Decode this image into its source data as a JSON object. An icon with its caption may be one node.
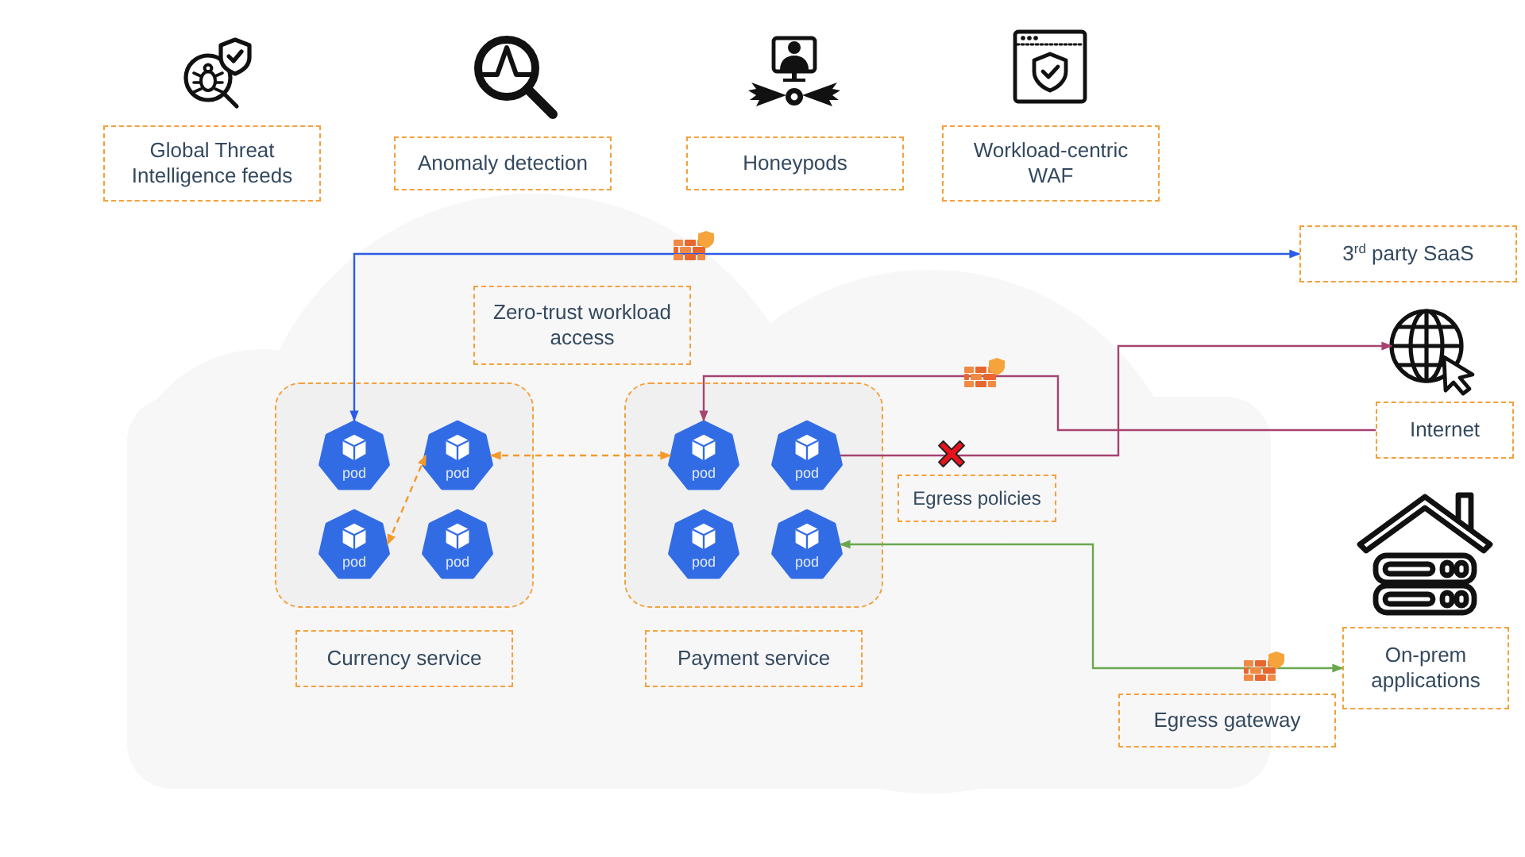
{
  "diagram": {
    "nodes": [
      {
        "text": [
          "Global Threat Intelligence feeds"
        ]
      },
      {
        "text": [
          "Anomaly detection"
        ]
      },
      {
        "text": [
          "Honeypods"
        ]
      },
      {
        "text": [
          "Workload-centric WAF"
        ]
      },
      {
        "text": [
          "3$^{rd}$ party SaaS"
        ]
      },
      {
        "text": [
          "Zero-trust workload access"
        ]
      },
      {
        "text": [],
        "shape": "picture"
      },
      {
        "text": [],
        "shape": "box"
      },
      {
        "text": [
          "pod"
        ],
        "in": 7
      },
      {
        "text": [
          "pod"
        ],
        "in": 7
      },
      {
        "text": [
          "pod"
        ],
        "in": 7
      },
      {
        "text": [
          "pod"
        ],
        "in": 7
      },
      {
        "text": [],
        "shape": "box"
      },
      {
        "text": [
          "pod"
        ],
        "in": 12
      },
      {
        "text": [
          "pod"
        ],
        "in": 12
      },
      {
        "text": [
          "pod"
        ],
        "in": 12
      },
      {
        "text": [
          "pod"
        ],
        "in": 12
      },
      {
        "text": [
          "Internet"
        ]
      },
      {
        "text": [
          "Egress policies"
        ]
      },
      {
        "text": [
          "Currency service"
        ]
      },
      {
        "text": [
          "Payment service"
        ]
      },
      {
        "text": [
          "On-prem applications"
        ]
      },
      {
        "text": [
          "Egress gateway"
        ]
      }
    ],
    "edges": [
      {
        "from": 4,
        "to": 8,
        "arrow": "both",
        "color": "#2c5be6"
      },
      {
        "from": 9,
        "to": 13,
        "arrow": "both",
        "style": "dashed",
        "color": "#f39a2b"
      },
      {
        "from": 9,
        "to": 10,
        "arrow": "both",
        "style": "dashed",
        "color": "#f39a2b"
      },
      {
        "from": 17,
        "to": 13,
        "arrow": "to",
        "color": "#a6436f"
      },
      {
        "from": 14,
        "to": 6,
        "arrow": "to",
        "color": "#a6436f"
      },
      {
        "from": 21,
        "to": 16,
        "arrow": "both",
        "color": "#6aa84f"
      }
    ]
  }
}
